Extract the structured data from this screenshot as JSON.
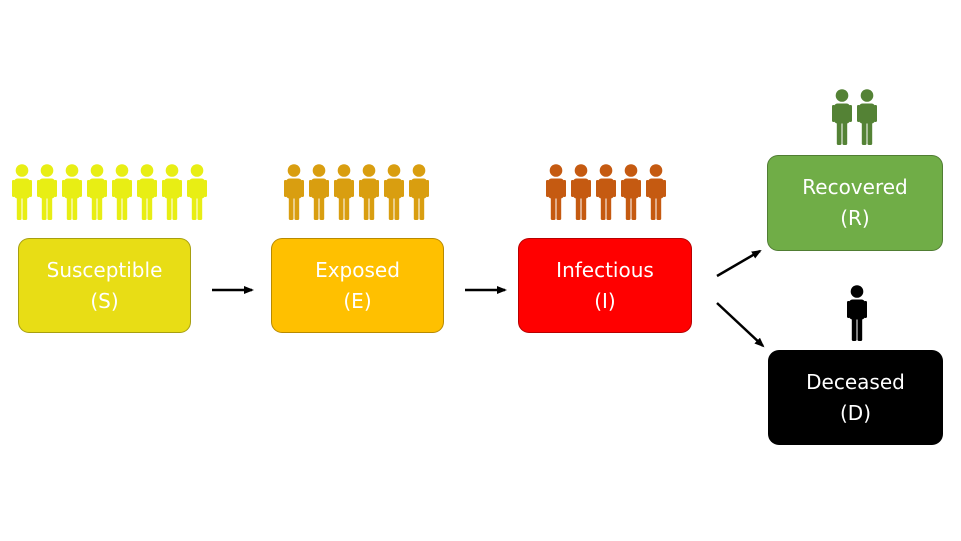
{
  "colors": {
    "susceptible_box": "#E8DD15",
    "susceptible_people": "#E8EE14",
    "exposed_box": "#FFC000",
    "exposed_people": "#D99E10",
    "infectious_box": "#FF0000",
    "infectious_people": "#C55A11",
    "recovered_box": "#70AD47",
    "recovered_people": "#548235",
    "deceased_box": "#000000",
    "deceased_people": "#000000",
    "arrow": "#000000"
  },
  "stages": {
    "susceptible": {
      "name": "Susceptible",
      "abbr": "(S)",
      "people_count": 8
    },
    "exposed": {
      "name": "Exposed",
      "abbr": "(E)",
      "people_count": 6
    },
    "infectious": {
      "name": "Infectious",
      "abbr": "(I)",
      "people_count": 5
    },
    "recovered": {
      "name": "Recovered",
      "abbr": "(R)",
      "people_count": 2
    },
    "deceased": {
      "name": "Deceased",
      "abbr": "(D)",
      "people_count": 1
    }
  },
  "edges": [
    {
      "from": "susceptible",
      "to": "exposed"
    },
    {
      "from": "exposed",
      "to": "infectious"
    },
    {
      "from": "infectious",
      "to": "recovered"
    },
    {
      "from": "infectious",
      "to": "deceased"
    }
  ]
}
